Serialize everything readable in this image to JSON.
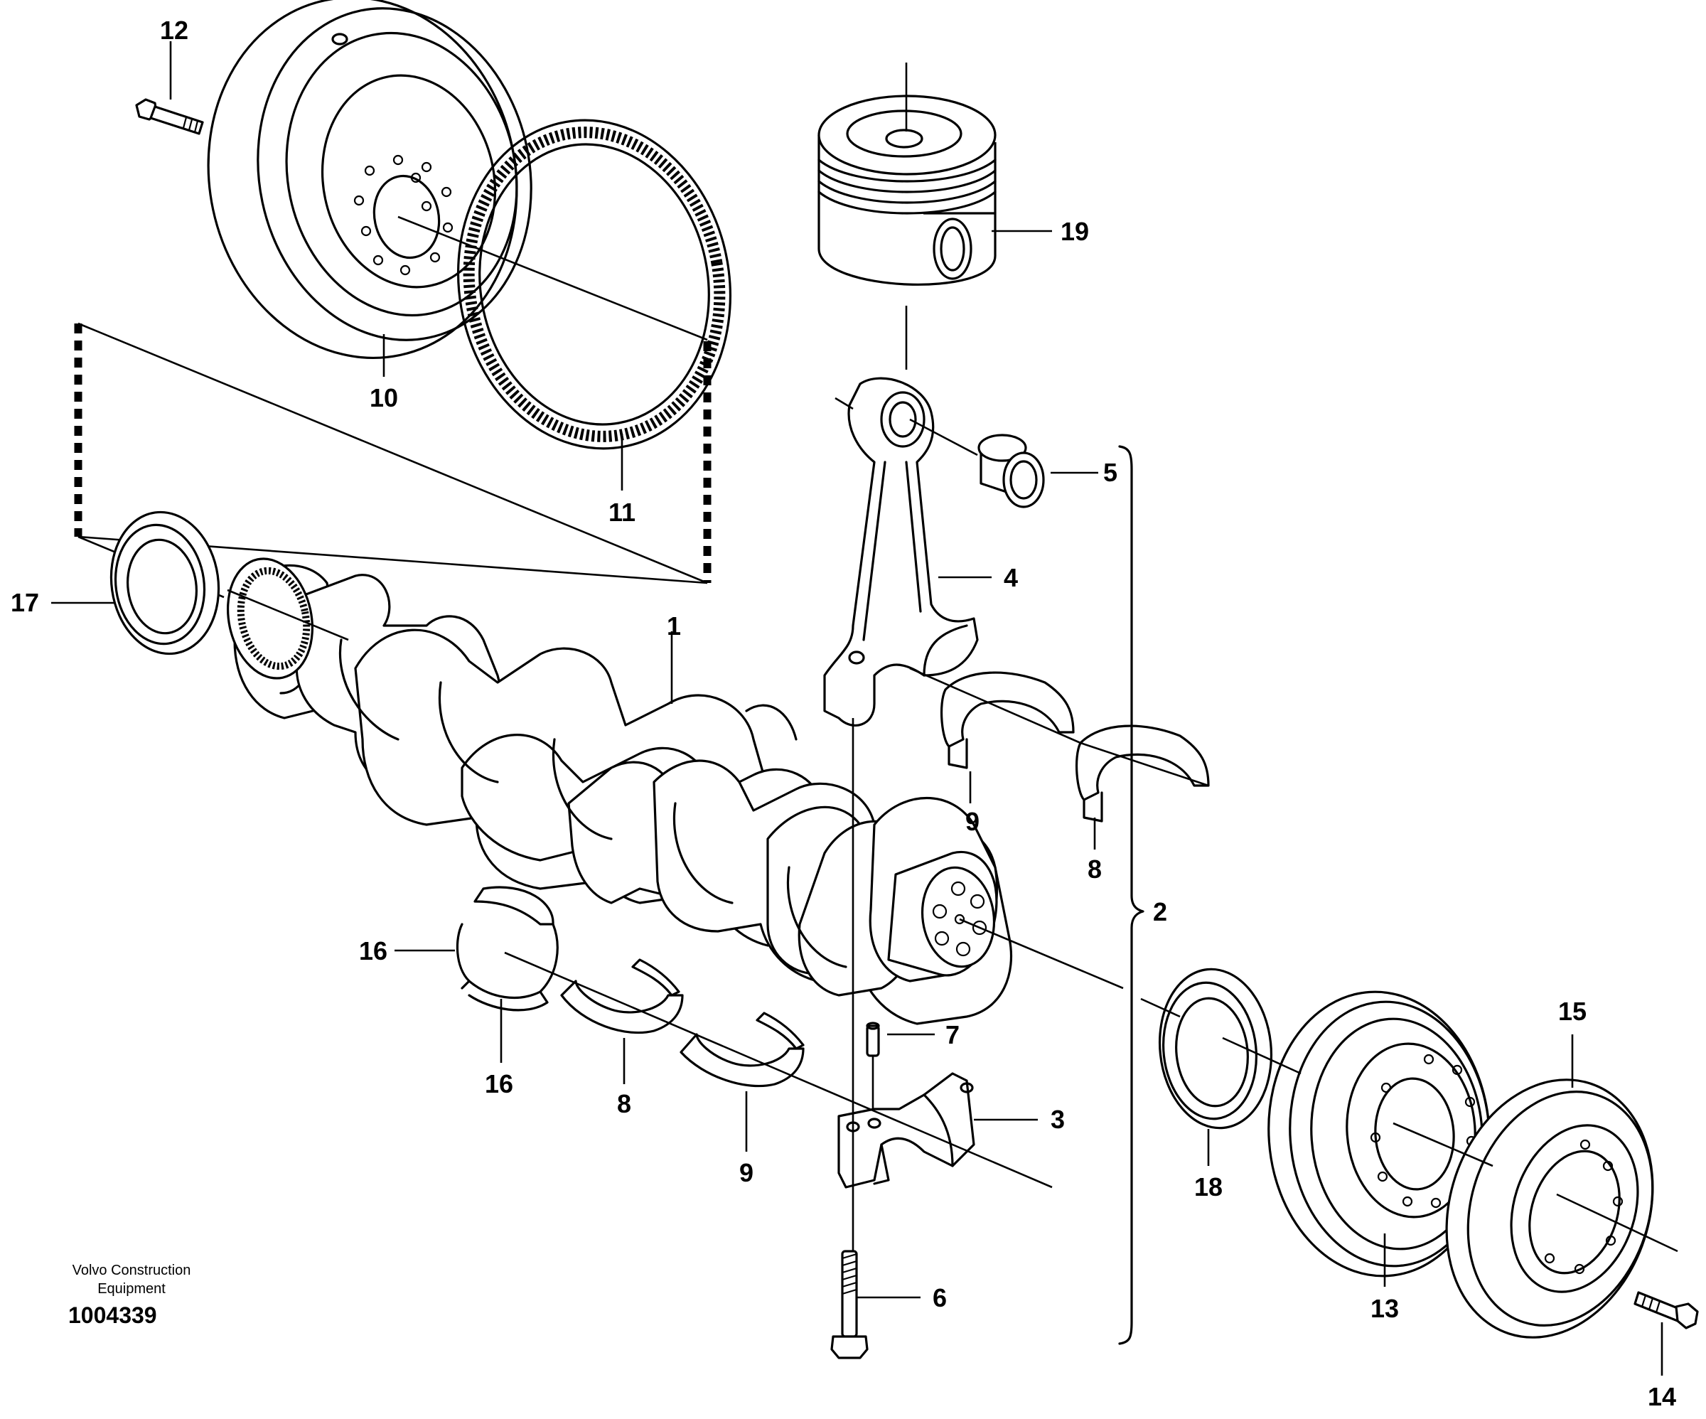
{
  "figure": {
    "brand_line1": "Volvo Construction",
    "brand_line2": "Equipment",
    "doc_number": "1004339"
  },
  "callouts": {
    "c1": "1",
    "c2": "2",
    "c3": "3",
    "c4": "4",
    "c5": "5",
    "c6": "6",
    "c7": "7",
    "c8a": "8",
    "c8b": "8",
    "c9a": "9",
    "c9b": "9",
    "c10": "10",
    "c11": "11",
    "c12": "12",
    "c13": "13",
    "c14": "14",
    "c15": "15",
    "c16a": "16",
    "c16b": "16",
    "c17": "17",
    "c18": "18",
    "c19": "19"
  }
}
